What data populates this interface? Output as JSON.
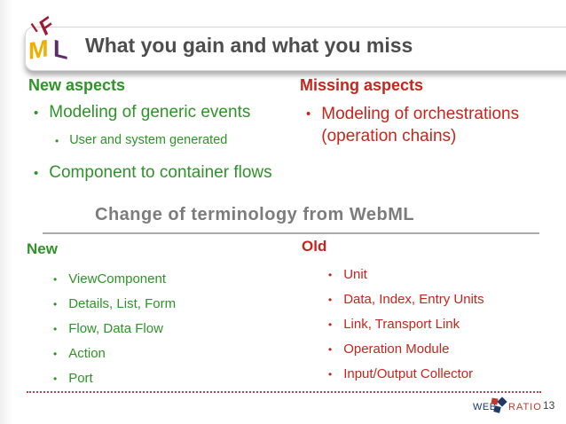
{
  "glyphs": {
    "bullet": "•"
  },
  "header": {
    "title": "What you gain and what you miss",
    "logo": {
      "i": "I",
      "f": "F",
      "m": "M",
      "l": "L"
    }
  },
  "aspects": {
    "new": {
      "heading": "New aspects",
      "bullet1": "Modeling of generic events",
      "sub1": "User and system generated",
      "bullet2": "Component to container flows"
    },
    "missing": {
      "heading": "Missing aspects",
      "bullet1": "Modeling of orchestrations (operation chains)"
    }
  },
  "terminology": {
    "heading": "Change of terminology from WebML",
    "new": {
      "heading": "New",
      "items": [
        "ViewComponent",
        "Details, List, Form",
        "Flow, Data Flow",
        "Action",
        "Port"
      ]
    },
    "old": {
      "heading": "Old",
      "items": [
        "Unit",
        "Data, Index, Entry Units",
        "Link, Transport Link",
        "Operation Module",
        "Input/Output Collector"
      ]
    }
  },
  "footer": {
    "web": "WEB",
    "ratio": "RATIO",
    "page_number": "13"
  },
  "colors": {
    "green": "#2E9328",
    "red": "#C4261D",
    "title_gray": "#4D4D4D",
    "terminology_gray": "#7C7C7C",
    "divider_gray": "#ABABAB",
    "dotted_line_red": "#C2424C",
    "web_navy": "#1F3864",
    "ratio_red": "#C0392B",
    "logo_f_darkred": "#9E1B32",
    "logo_m_yellow": "#EFAF00",
    "logo_l_purple": "#5C2D66"
  }
}
